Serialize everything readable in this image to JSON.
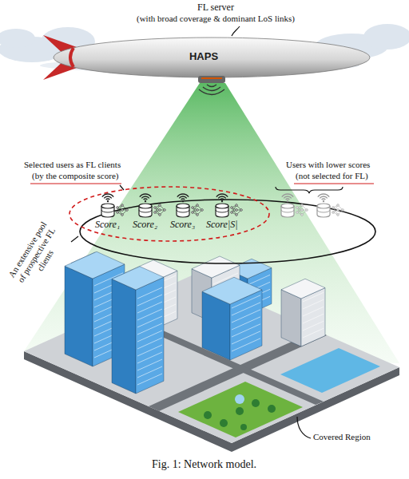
{
  "diagram": {
    "caption": "Fig. 1: Network model.",
    "nodes": [
      {
        "text": [
          "HAPS"
        ]
      },
      {
        "text": [
          "Score₁"
        ]
      },
      {
        "text": [
          "Score₂"
        ]
      },
      {
        "text": [
          "Score₃"
        ]
      },
      {
        "text": [
          "Score|S|"
        ]
      }
    ],
    "labels": [
      "FL server",
      "(with broad coverage & dominant LoS links)",
      "Selected users as FL clients",
      "(by the composite score)",
      "Users with lower scores",
      "(not selected for FL)",
      "An extensive pool of prospective FL clients",
      "Covered Region"
    ]
  }
}
